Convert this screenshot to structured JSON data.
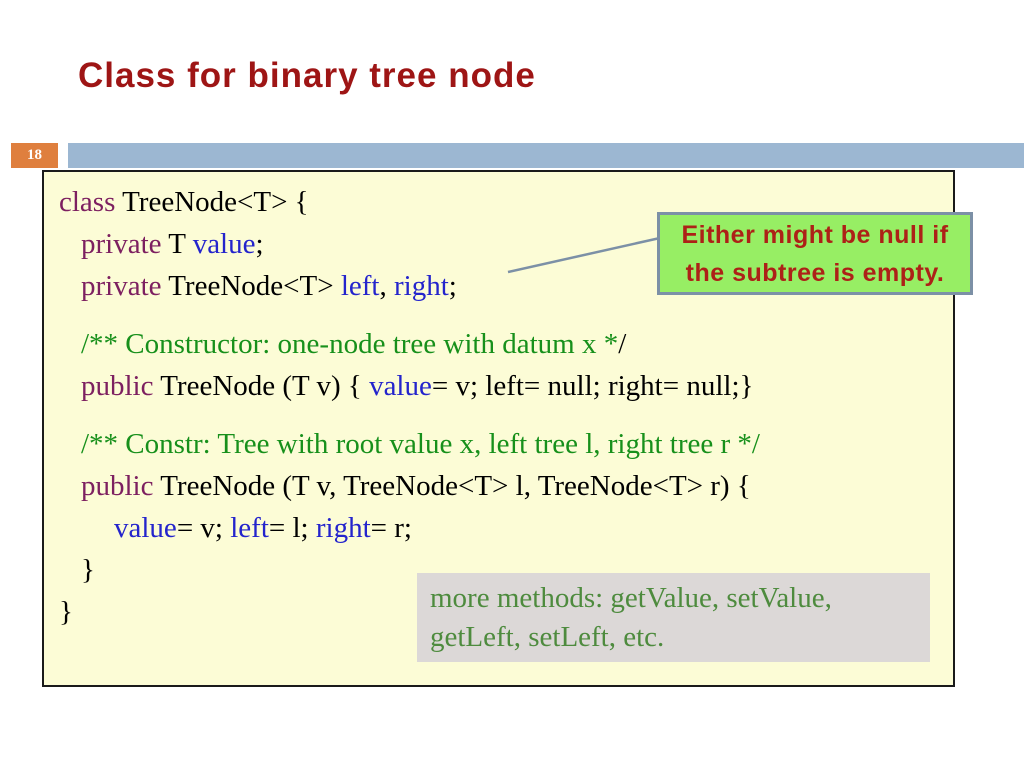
{
  "slide": {
    "title": "Class for binary tree node",
    "slide_number": "18"
  },
  "colors": {
    "title-red": "#9E1515",
    "chip-orange": "#DF7F3E",
    "bar-blue": "#9CB7D2",
    "codebox-bg": "#FCFCD6",
    "codebox-border": "#1A1A1A",
    "keyword-purple": "#7D2060",
    "identifier-blue": "#2424CC",
    "comment-green": "#17901B",
    "code-black": "#000000",
    "callout-bg": "#97EE64",
    "callout-border": "#7C90A6",
    "callout-red": "#AD2117",
    "note-bg": "#DCD8D7",
    "note-green": "#4E8B3E"
  },
  "code": {
    "lines": [
      {
        "indent": 0,
        "gap": false,
        "segments": [
          {
            "text": "class",
            "style": "keyword"
          },
          {
            "text": " TreeNode<T> {",
            "style": "plain"
          }
        ]
      },
      {
        "indent": 1,
        "gap": false,
        "segments": [
          {
            "text": "private",
            "style": "keyword"
          },
          {
            "text": " T ",
            "style": "plain"
          },
          {
            "text": "value",
            "style": "identifier"
          },
          {
            "text": ";",
            "style": "plain"
          }
        ]
      },
      {
        "indent": 1,
        "gap": false,
        "segments": [
          {
            "text": "private",
            "style": "keyword"
          },
          {
            "text": " TreeNode<T> ",
            "style": "plain"
          },
          {
            "text": "left",
            "style": "identifier"
          },
          {
            "text": ", ",
            "style": "plain"
          },
          {
            "text": "right",
            "style": "identifier"
          },
          {
            "text": ";",
            "style": "plain"
          }
        ]
      },
      {
        "indent": 1,
        "gap": true,
        "segments": [
          {
            "text": "/** Constructor: one-node tree with datum x *",
            "style": "comment"
          },
          {
            "text": "/",
            "style": "plain"
          }
        ]
      },
      {
        "indent": 1,
        "gap": false,
        "segments": [
          {
            "text": "public",
            "style": "keyword"
          },
          {
            "text": " TreeNode (T v) { ",
            "style": "plain"
          },
          {
            "text": "value",
            "style": "identifier"
          },
          {
            "text": "= v; left= null; right= null;}",
            "style": "plain"
          }
        ]
      },
      {
        "indent": 1,
        "gap": true,
        "segments": [
          {
            "text": "/** Constr: Tree with root value x, left tree l, right tree r */",
            "style": "comment"
          }
        ]
      },
      {
        "indent": 1,
        "gap": false,
        "segments": [
          {
            "text": "public",
            "style": "keyword"
          },
          {
            "text": " TreeNode (T v, TreeNode<T> l, TreeNode<T> r) {",
            "style": "plain"
          }
        ]
      },
      {
        "indent": 2,
        "gap": false,
        "segments": [
          {
            "text": "value",
            "style": "identifier"
          },
          {
            "text": "= v; ",
            "style": "plain"
          },
          {
            "text": "left",
            "style": "identifier"
          },
          {
            "text": "= l; ",
            "style": "plain"
          },
          {
            "text": "right",
            "style": "identifier"
          },
          {
            "text": "= r;",
            "style": "plain"
          }
        ]
      },
      {
        "indent": 1,
        "gap": false,
        "segments": [
          {
            "text": "}",
            "style": "plain"
          }
        ]
      },
      {
        "indent": 0,
        "gap": false,
        "segments": [
          {
            "text": "}",
            "style": "plain"
          }
        ]
      }
    ]
  },
  "callout": {
    "line1": "Either might be null if",
    "line2": "the subtree is empty."
  },
  "note": {
    "line1": "more methods: getValue, setValue,",
    "line2": "getLeft, setLeft, etc."
  }
}
